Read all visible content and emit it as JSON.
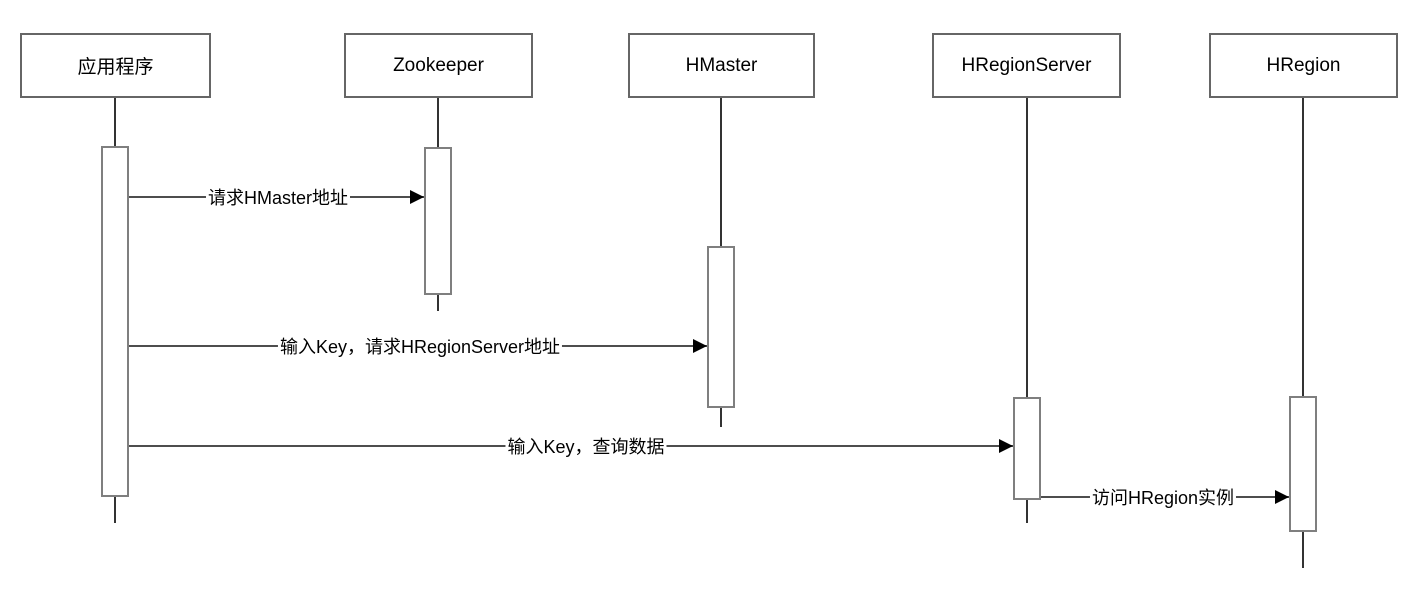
{
  "diagram": {
    "type": "uml-sequence-diagram",
    "background": "#ffffff",
    "colors": {
      "participant_border": "#666666",
      "lifeline": "#333333",
      "activation_border": "#7f7f7f",
      "message_line": "#4d4d4d",
      "arrowhead": "#000000",
      "text": "#000000"
    }
  },
  "participants": [
    {
      "label": "应用程序"
    },
    {
      "label": "Zookeeper"
    },
    {
      "label": "HMaster"
    },
    {
      "label": "HRegionServer"
    },
    {
      "label": "HRegion"
    }
  ],
  "messages": [
    {
      "label": "请求HMaster地址",
      "from": "应用程序",
      "to": "Zookeeper"
    },
    {
      "label": "输入Key，请求HRegionServer地址",
      "from": "应用程序",
      "to": "HMaster"
    },
    {
      "label": "输入Key，查询数据",
      "from": "应用程序",
      "to": "HRegionServer"
    },
    {
      "label": "访问HRegion实例",
      "from": "HRegionServer",
      "to": "HRegion"
    }
  ]
}
